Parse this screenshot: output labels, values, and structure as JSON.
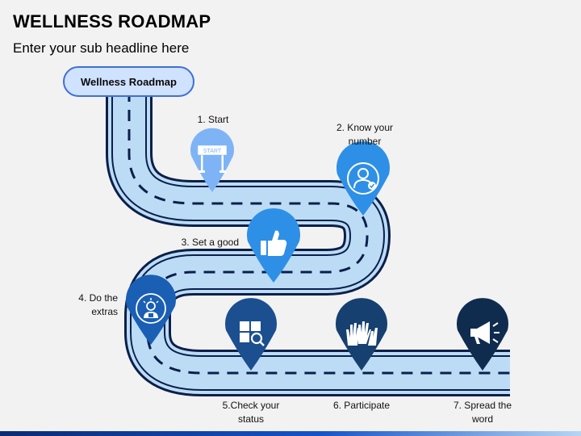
{
  "header": {
    "title": "WELLNESS ROADMAP",
    "subtitle": "Enter your sub headline here"
  },
  "road": {
    "start_label": "Wellness Roadmap"
  },
  "steps": [
    {
      "label": "1. Start",
      "icon": "start-banner-icon",
      "sign_text": "START",
      "color": "#7eb4f5"
    },
    {
      "label": "2. Know your number",
      "icon": "user-check-icon",
      "color": "#2e8fe6"
    },
    {
      "label": "3. Set a good",
      "icon": "thumbs-up-icon",
      "color": "#2e8fe6"
    },
    {
      "label": "4. Do the extras",
      "icon": "lightbulb-person-icon",
      "color": "#1a5fb4"
    },
    {
      "label": "5.Check your status",
      "icon": "status-search-icon",
      "color": "#1b4f8f"
    },
    {
      "label": "6. Participate",
      "icon": "raised-hands-icon",
      "color": "#15406f"
    },
    {
      "label": "7. Spread the word",
      "icon": "megaphone-icon",
      "color": "#0f2c4f"
    }
  ],
  "colors": {
    "road_fill": "#bcdcf6",
    "road_border": "#0b1f4a",
    "dashes": "#0b1f4a"
  }
}
